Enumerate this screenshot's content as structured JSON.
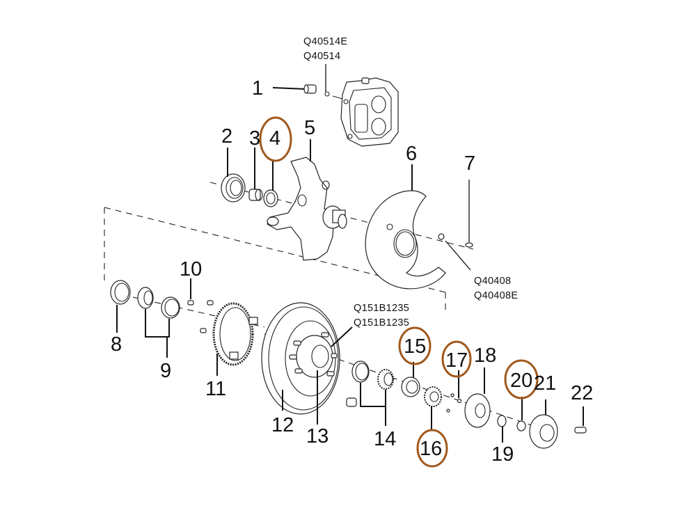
{
  "diagram": {
    "title": "Front hub / brake exploded parts diagram",
    "highlight_color": "#a0581c",
    "callouts": [
      {
        "id": "1",
        "label": "1",
        "highlighted": false
      },
      {
        "id": "2",
        "label": "2",
        "highlighted": false
      },
      {
        "id": "3",
        "label": "3",
        "highlighted": false
      },
      {
        "id": "4",
        "label": "4",
        "highlighted": true
      },
      {
        "id": "5",
        "label": "5",
        "highlighted": false
      },
      {
        "id": "6",
        "label": "6",
        "highlighted": false
      },
      {
        "id": "7",
        "label": "7",
        "highlighted": false
      },
      {
        "id": "8",
        "label": "8",
        "highlighted": false
      },
      {
        "id": "9",
        "label": "9",
        "highlighted": false
      },
      {
        "id": "10",
        "label": "10",
        "highlighted": false
      },
      {
        "id": "11",
        "label": "11",
        "highlighted": false
      },
      {
        "id": "12",
        "label": "12",
        "highlighted": false
      },
      {
        "id": "13",
        "label": "13",
        "highlighted": false
      },
      {
        "id": "14",
        "label": "14",
        "highlighted": false
      },
      {
        "id": "15",
        "label": "15",
        "highlighted": true
      },
      {
        "id": "16",
        "label": "16",
        "highlighted": true
      },
      {
        "id": "17",
        "label": "17",
        "highlighted": true
      },
      {
        "id": "18",
        "label": "18",
        "highlighted": false
      },
      {
        "id": "19",
        "label": "19",
        "highlighted": false
      },
      {
        "id": "20",
        "label": "20",
        "highlighted": true
      },
      {
        "id": "21",
        "label": "21",
        "highlighted": false
      },
      {
        "id": "22",
        "label": "22",
        "highlighted": false
      }
    ],
    "part_numbers": {
      "caliper": [
        "Q40514E",
        "Q40514"
      ],
      "shield_nut": [
        "Q40408",
        "Q40408E"
      ],
      "hub_bolt": [
        "Q151B1235",
        "Q151B1235"
      ]
    }
  }
}
